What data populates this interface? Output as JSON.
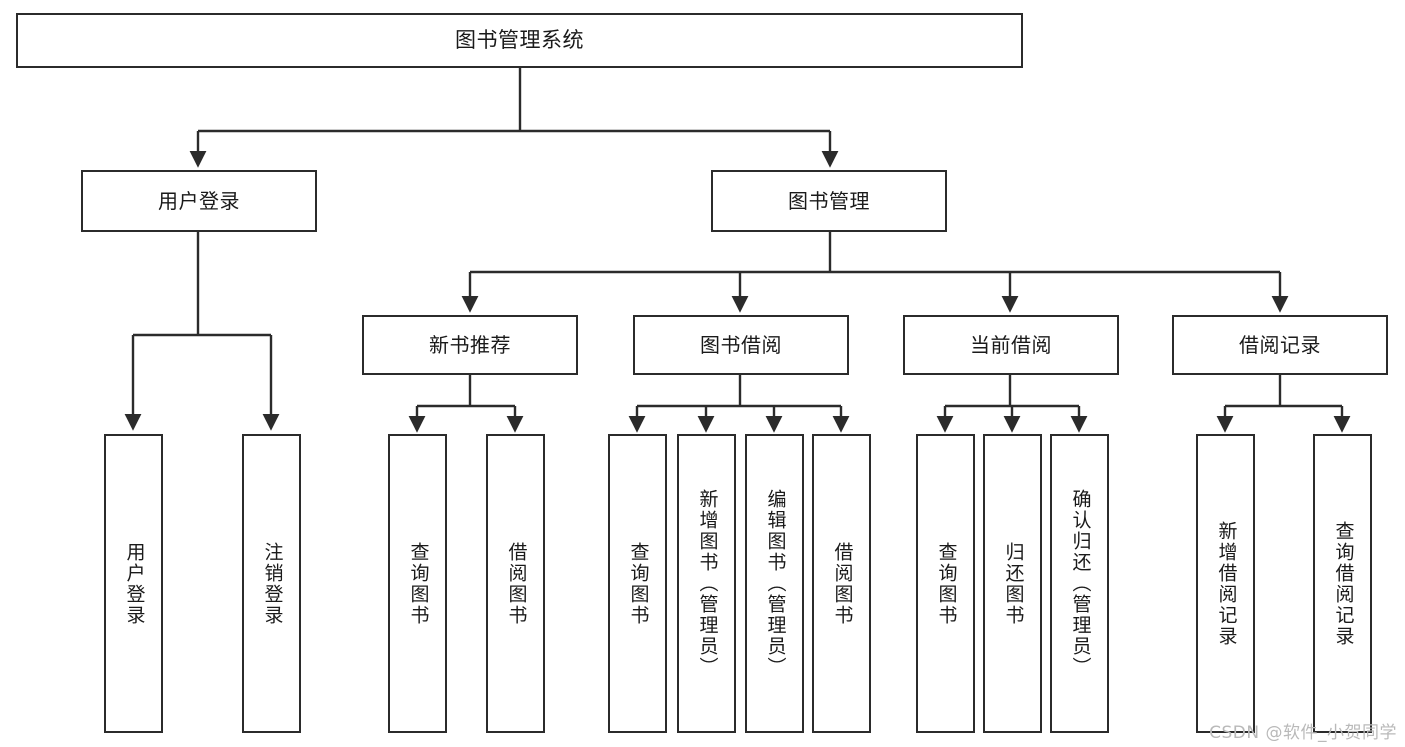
{
  "diagram": {
    "title": "图书管理系统",
    "type": "tree-hierarchy",
    "watermark": "CSDN @软件_小贺同学",
    "colors": {
      "stroke": "#2b2b2b",
      "fill": "#ffffff",
      "text": "#1a1a1a",
      "watermark": "#b9b9b9"
    },
    "nodes": {
      "root": {
        "label": "图书管理系统"
      },
      "level2": [
        {
          "id": "user-login",
          "label": "用户登录"
        },
        {
          "id": "book-manage",
          "label": "图书管理"
        }
      ],
      "level3": [
        {
          "id": "new-book-recommend",
          "label": "新书推荐"
        },
        {
          "id": "book-borrow",
          "label": "图书借阅"
        },
        {
          "id": "current-borrow",
          "label": "当前借阅"
        },
        {
          "id": "borrow-record",
          "label": "借阅记录"
        }
      ],
      "leaves": {
        "user-login": [
          {
            "id": "leaf-user-login",
            "label": "用户登录"
          },
          {
            "id": "leaf-logout",
            "label": "注销登录"
          }
        ],
        "new-book-recommend": [
          {
            "id": "leaf-query-book-1",
            "label": "查询图书"
          },
          {
            "id": "leaf-borrow-book-1",
            "label": "借阅图书"
          }
        ],
        "book-borrow": [
          {
            "id": "leaf-query-book-2",
            "label": "查询图书"
          },
          {
            "id": "leaf-add-book",
            "label": "新增图书（管理员）"
          },
          {
            "id": "leaf-edit-book",
            "label": "编辑图书（管理员）"
          },
          {
            "id": "leaf-borrow-book-2",
            "label": "借阅图书"
          }
        ],
        "current-borrow": [
          {
            "id": "leaf-query-book-3",
            "label": "查询图书"
          },
          {
            "id": "leaf-return-book",
            "label": "归还图书"
          },
          {
            "id": "leaf-confirm-return",
            "label": "确认归还（管理员）"
          }
        ],
        "borrow-record": [
          {
            "id": "leaf-add-record",
            "label": "新增借阅记录"
          },
          {
            "id": "leaf-query-record",
            "label": "查询借阅记录"
          }
        ]
      }
    }
  }
}
